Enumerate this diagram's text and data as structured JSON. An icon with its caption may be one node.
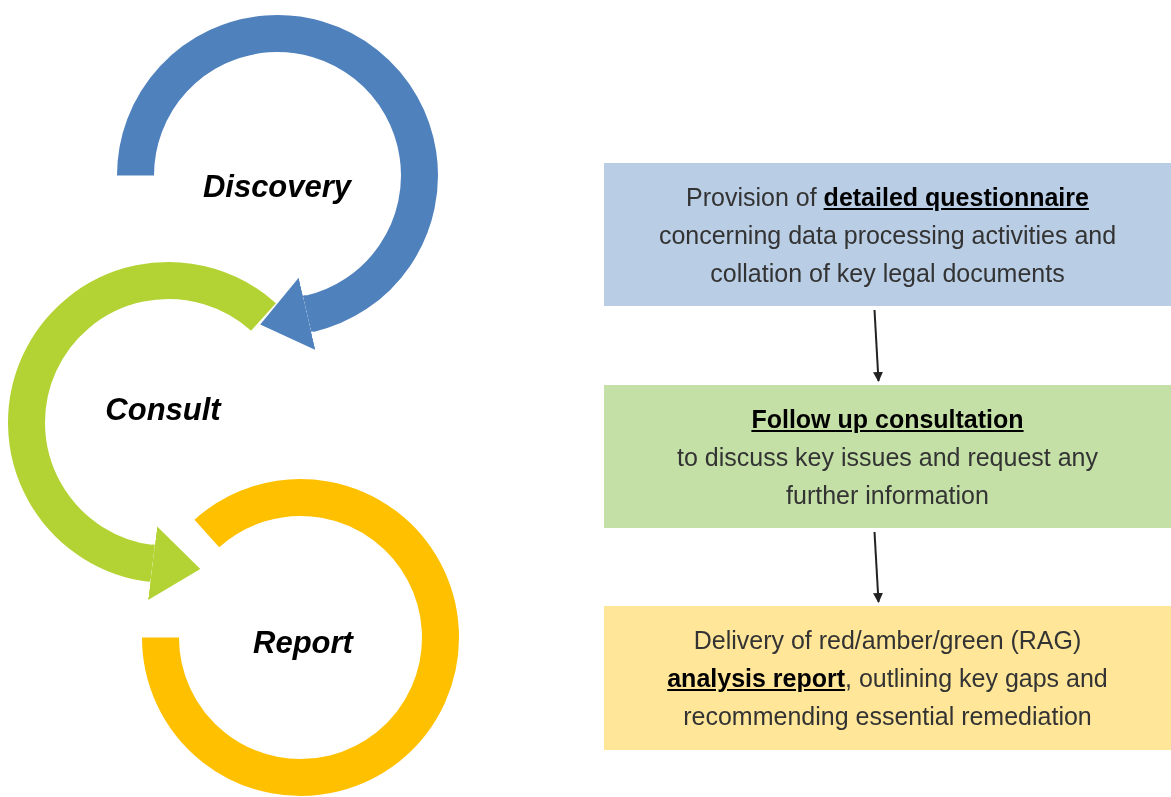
{
  "diagram": {
    "nodes": [
      {
        "text": [
          "Discovery"
        ]
      },
      {
        "text": [
          "Consult"
        ]
      },
      {
        "text": [
          "Report"
        ]
      },
      {
        "text": [
          "Provision of **detailed questionnaire** concerning data processing activities and collation of key legal documents"
        ]
      },
      {
        "text": [
          "Follow up consultation",
          "to discuss key issues and request any further information"
        ]
      },
      {
        "text": [
          "Delivery of red/amber/green (RAG) **analysis report**, outlining key gaps and recommending essential remediation"
        ]
      }
    ],
    "edges": [
      {
        "from": 0,
        "to": 1,
        "arrow": "to",
        "style": "thick",
        "color": "#4f81bd"
      },
      {
        "from": 1,
        "to": 2,
        "arrow": "to",
        "style": "thick",
        "color": "#b3d334"
      },
      {
        "from": 3,
        "to": 4,
        "arrow": "to"
      },
      {
        "from": 4,
        "to": 5,
        "arrow": "to"
      }
    ]
  }
}
